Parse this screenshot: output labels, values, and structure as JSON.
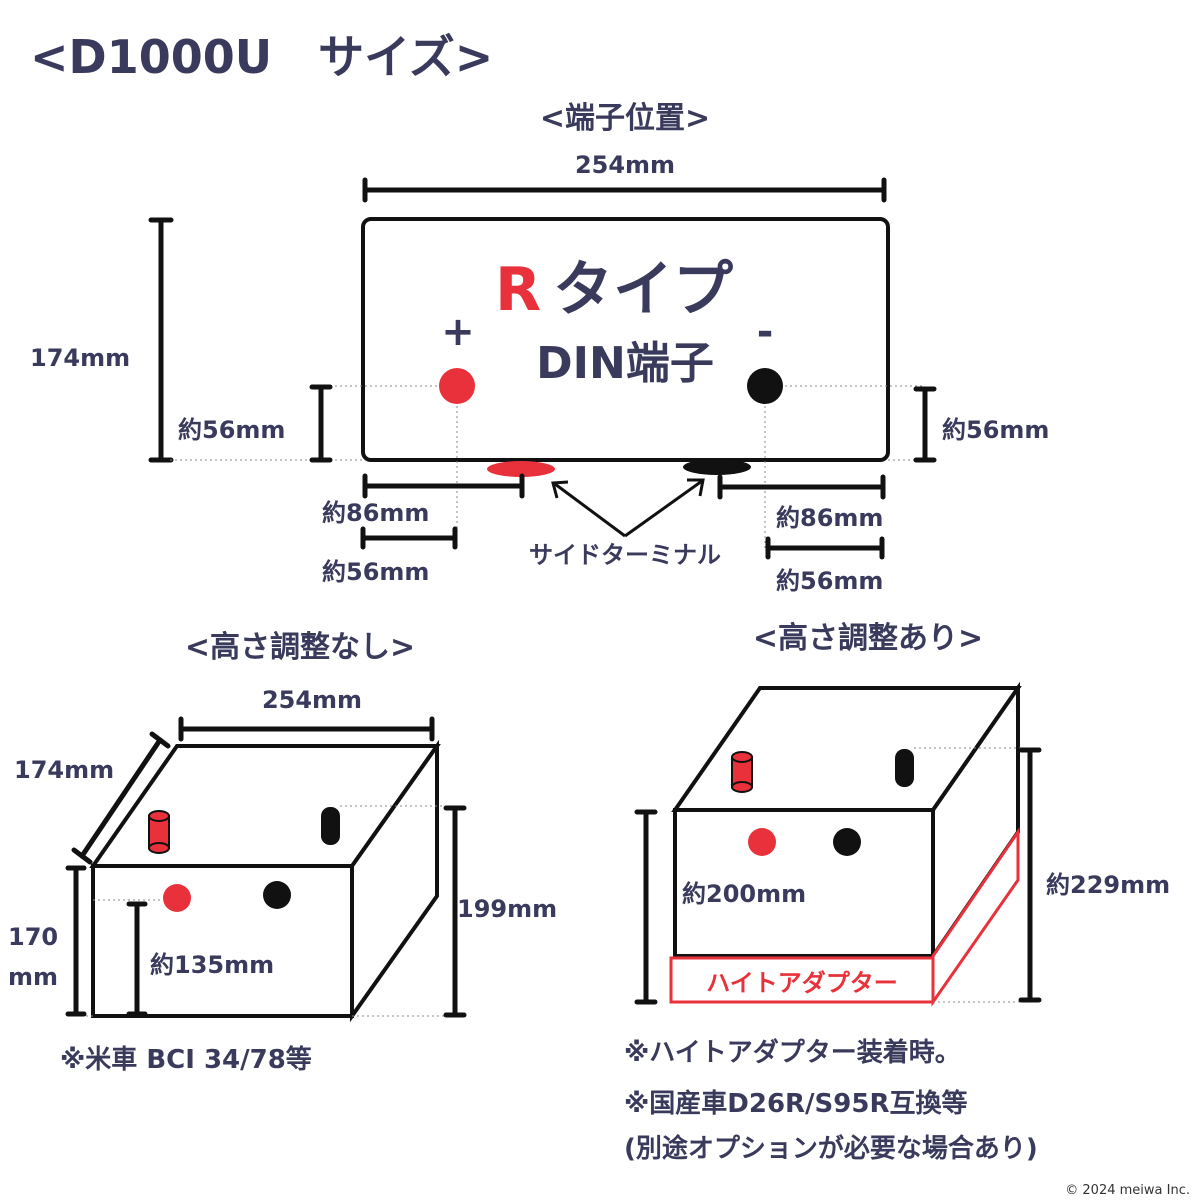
{
  "title": "<D1000U　サイズ>",
  "top": {
    "heading": "<端子位置>",
    "width": "254mm",
    "height": "174mm",
    "type_r": "R",
    "type_rest": "タイプ",
    "din": "DIN端子",
    "plus": "+",
    "minus": "-",
    "left_h": "約56mm",
    "right_h": "約56mm",
    "left_86": "約86mm",
    "left_56": "約56mm",
    "right_86": "約86mm",
    "right_56": "約56mm",
    "side_terminal": "サイドターミナル"
  },
  "left_box": {
    "heading": "<高さ調整なし>",
    "width": "254mm",
    "depth": "174mm",
    "height_1": "170",
    "height_2": "mm",
    "total": "199mm",
    "term_h": "約135mm",
    "note": "※米車 BCI 34/78等"
  },
  "right_box": {
    "heading": "<高さ調整あり>",
    "height": "約200mm",
    "total": "約229mm",
    "adapter": "ハイトアダプター",
    "note1": "※ハイトアダプター装着時。",
    "note2": "※国産車D26R/S95R互換等",
    "note3": "(別途オプションが必要な場合あり)"
  },
  "copyright": "© 2024 meiwa Inc.",
  "colors": {
    "text": "#3a3a5c",
    "accent": "#e8313a",
    "line": "#111111"
  }
}
